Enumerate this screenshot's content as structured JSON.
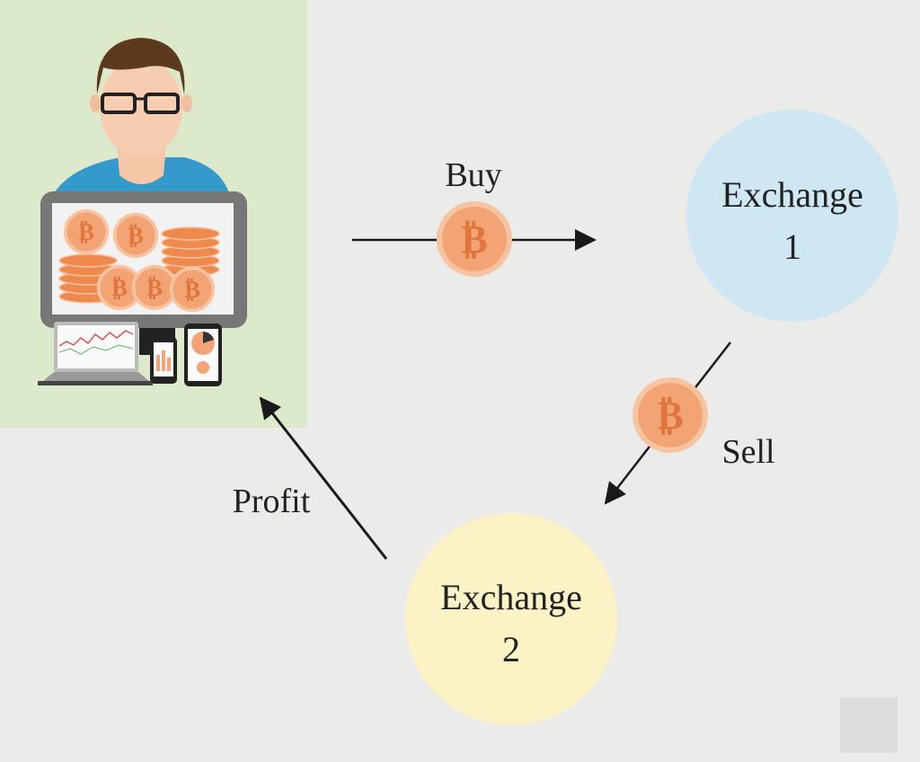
{
  "labels": {
    "buy": "Buy",
    "sell": "Sell",
    "profit": "Profit",
    "exchange1_line1": "Exchange",
    "exchange1_line2": "1",
    "exchange2_line1": "Exchange",
    "exchange2_line2": "2",
    "coin_symbol": "₿"
  },
  "colors": {
    "background": "#ebebea",
    "trader_panel": "#dde9cb",
    "exchange1": "#cfe7f2",
    "exchange2": "#fbf2c6",
    "coin": "#f2a474",
    "arrow": "#1a1a1a"
  }
}
